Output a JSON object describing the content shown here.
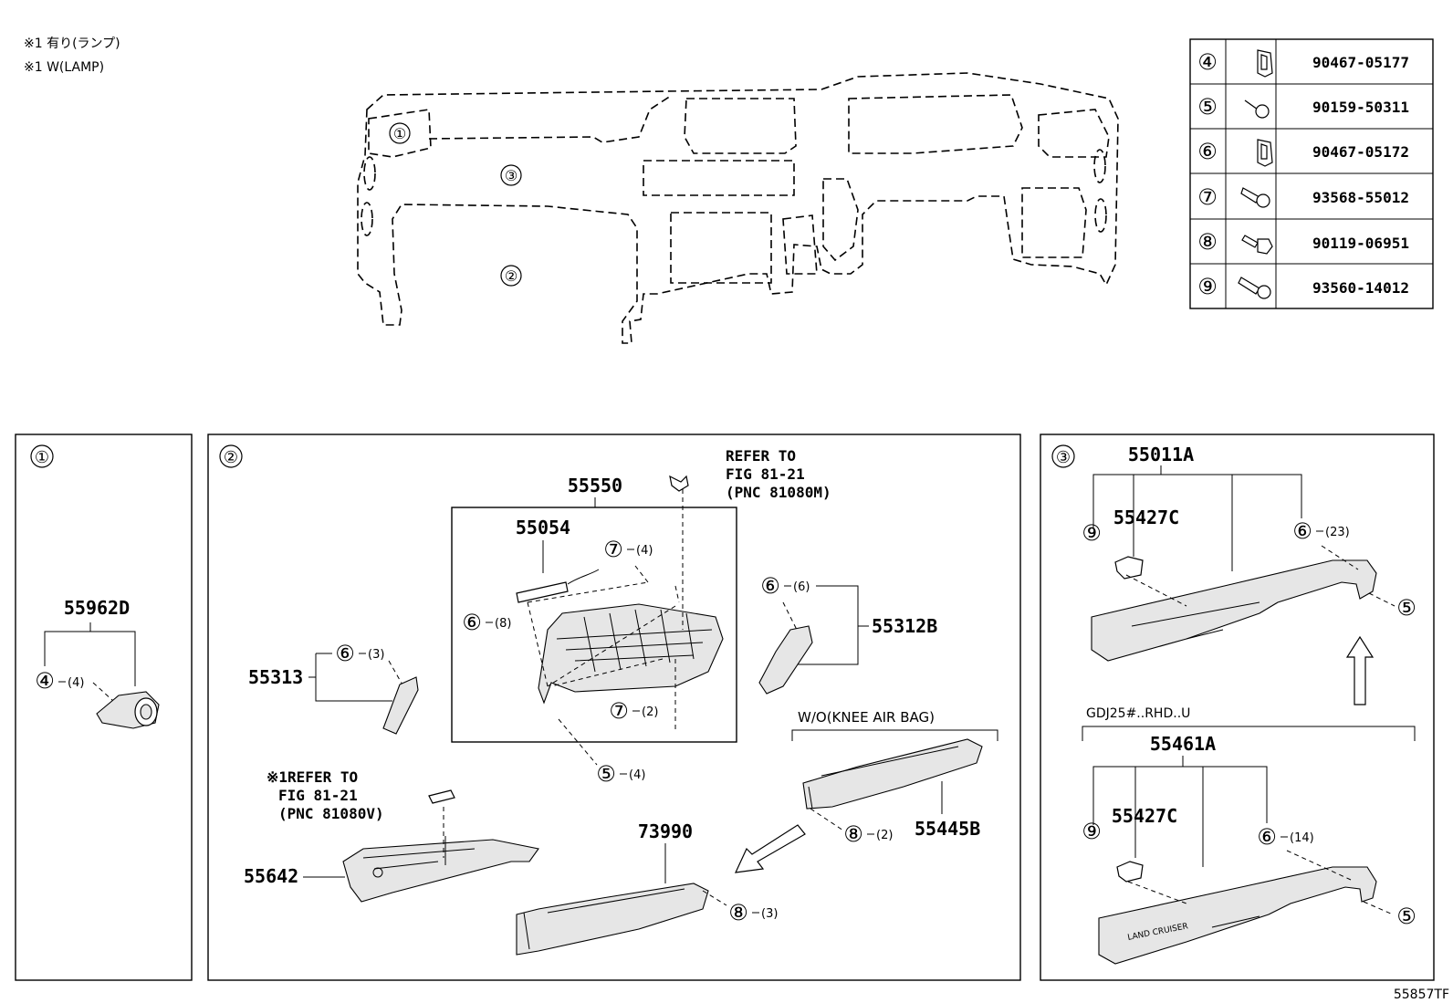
{
  "notes": {
    "line1": "※1 有り(ランプ)",
    "line2": "※1 W(LAMP)"
  },
  "fastener_table": [
    {
      "ref": "④",
      "part_no": "90467-05177",
      "icon": "clip-icon"
    },
    {
      "ref": "⑤",
      "part_no": "90159-50311",
      "icon": "screw-icon"
    },
    {
      "ref": "⑥",
      "part_no": "90467-05172",
      "icon": "clip-icon"
    },
    {
      "ref": "⑦",
      "part_no": "93568-55012",
      "icon": "screw-icon"
    },
    {
      "ref": "⑧",
      "part_no": "90119-06951",
      "icon": "bolt-icon"
    },
    {
      "ref": "⑨",
      "part_no": "93560-14012",
      "icon": "screw-icon"
    }
  ],
  "overview": {
    "markers": [
      "①",
      "③",
      "②"
    ]
  },
  "panel1": {
    "title": "①",
    "part": "55962D",
    "callout_ref": "④",
    "callout_qty": "(4)"
  },
  "panel2": {
    "title": "②",
    "p55550": "55550",
    "p55054": "55054",
    "p55313": "55313",
    "p55312b": "55312B",
    "p55642": "55642",
    "p73990": "73990",
    "p55445b": "55445B",
    "refer1_l1": "REFER TO",
    "refer1_l2": "FIG 81-21",
    "refer1_l3": "(PNC 81080M)",
    "refer2_l1": "※1REFER TO",
    "refer2_l2": "FIG 81-21",
    "refer2_l3": "(PNC 81080V)",
    "kneebag": "W/O(KNEE AIR BAG)",
    "c7a_ref": "⑦",
    "c7a_qty": "(4)",
    "c6a_ref": "⑥",
    "c6a_qty": "(8)",
    "c7b_ref": "⑦",
    "c7b_qty": "(2)",
    "c5_ref": "⑤",
    "c5_qty": "(4)",
    "c6b_ref": "⑥",
    "c6b_qty": "(3)",
    "c6c_ref": "⑥",
    "c6c_qty": "(6)",
    "c8a_ref": "⑧",
    "c8a_qty": "(2)",
    "c8b_ref": "⑧",
    "c8b_qty": "(3)"
  },
  "panel3": {
    "title": "③",
    "p55011a": "55011A",
    "p55427c_a": "55427C",
    "c9a_ref": "⑨",
    "c6a_ref": "⑥",
    "c6a_qty": "(23)",
    "c5a_ref": "⑤",
    "variant": "GDJ25#..RHD..U",
    "p55461a": "55461A",
    "p55427c_b": "55427C",
    "c9b_ref": "⑨",
    "c6b_ref": "⑥",
    "c6b_qty": "(14)",
    "c5b_ref": "⑤",
    "emblem": "LAND CRUISER"
  },
  "figure_code": "55857TF"
}
